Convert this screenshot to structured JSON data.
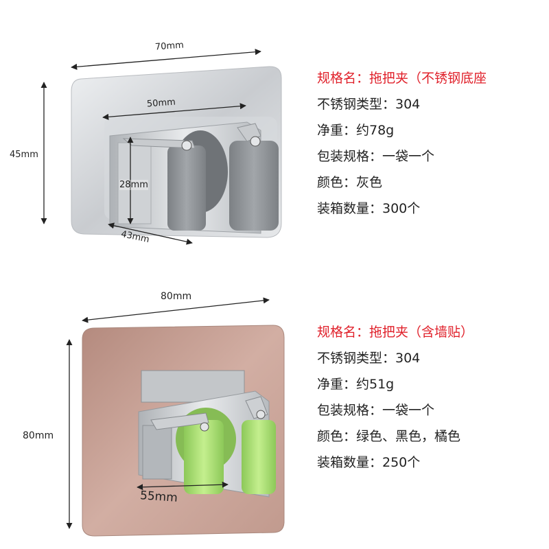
{
  "product1": {
    "dims": {
      "width": "70mm",
      "height": "45mm",
      "inner_width": "50mm",
      "inner_height": "28mm",
      "depth": "43mm"
    },
    "specs": {
      "name": "规格名：拖把夹（不锈钢底座",
      "steel": "不锈钢类型：304",
      "weight": "净重：约78g",
      "pack": "包装规格：一袋一个",
      "color": "颜色：灰色",
      "box_qty": "装箱数量：300个"
    },
    "roller_color": "#8e9296"
  },
  "product2": {
    "dims": {
      "width": "80mm",
      "height": "80mm",
      "inner_width": "55mm"
    },
    "specs": {
      "name": "规格名：拖把夹（含墙贴）",
      "steel": "不锈钢类型：304",
      "weight": "净重：约51g",
      "pack": "包装规格：一袋一个",
      "color": "颜色：绿色、黑色，橘色",
      "box_qty": "装箱数量：250个"
    },
    "roller_color": "#a6dc6e"
  },
  "highlight_color": "#e0202a"
}
